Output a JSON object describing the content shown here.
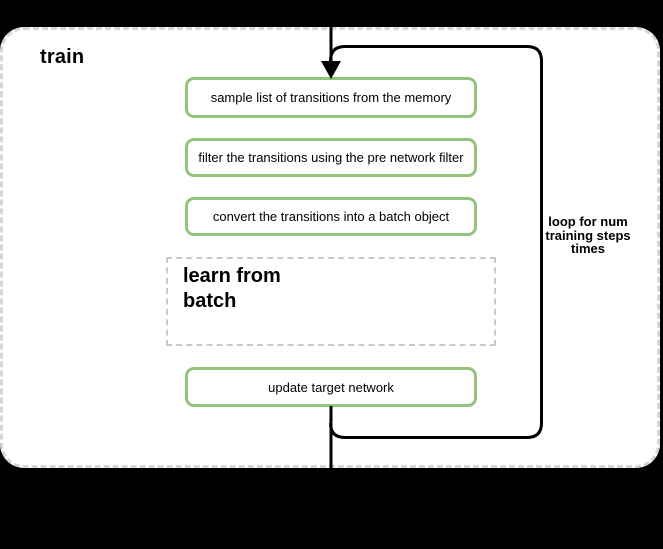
{
  "diagram": {
    "title": "train",
    "steps": [
      "sample list of transitions from the memory",
      "filter the transitions using the pre network filter",
      "convert the transitions into a batch object"
    ],
    "subprocess": "learn from\nbatch",
    "final_step": "update target network",
    "loop_annotation": "loop for num\ntraining steps\ntimes",
    "colors": {
      "background": "#000000",
      "surface": "#ffffff",
      "step_border_green": "#93c47d",
      "dashed_border_gray": "#d6d6d6",
      "flow_line_black": "#000000"
    }
  }
}
